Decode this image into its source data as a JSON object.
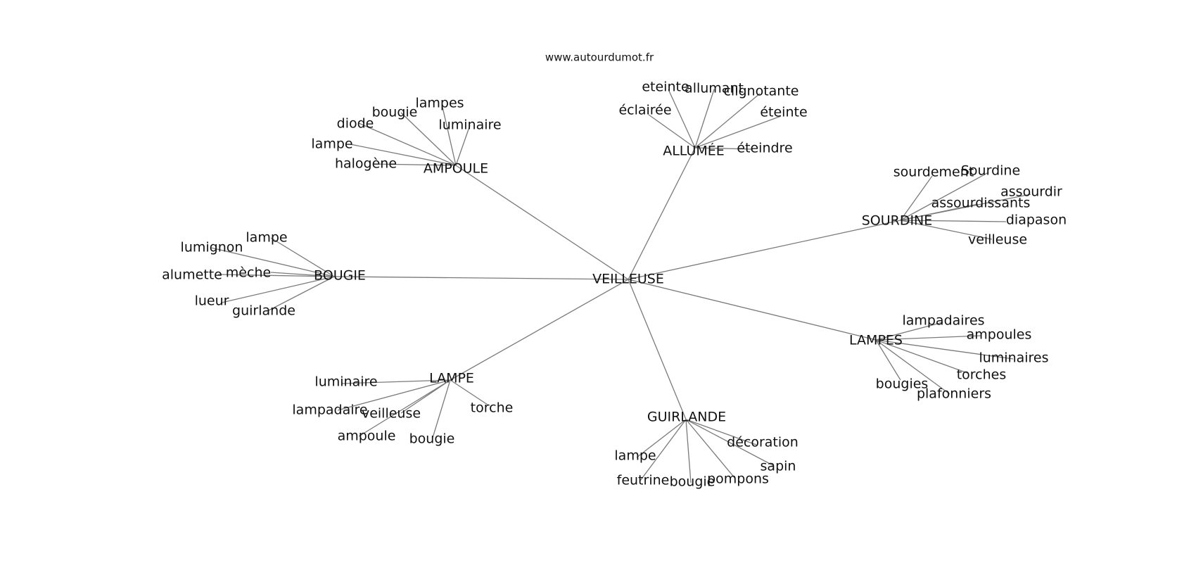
{
  "site_label": "www.autourdumot.fr",
  "center": {
    "word": "VEILLEUSE"
  },
  "clusters": [
    {
      "word": "AMPOULE",
      "related": [
        "lampes",
        "bougie",
        "diode",
        "luminaire",
        "lampe",
        "halogène"
      ]
    },
    {
      "word": "ALLUMÉE",
      "related": [
        "eteinte",
        "allumant",
        "clignotante",
        "éclairée",
        "éteinte",
        "éteindre"
      ]
    },
    {
      "word": "SOURDINE",
      "related": [
        "sourdement",
        "Sourdine",
        "assourdir",
        "assourdissants",
        "diapason",
        "veilleuse"
      ]
    },
    {
      "word": "BOUGIE",
      "related": [
        "lampe",
        "lumignon",
        "mèche",
        "alumette",
        "lueur",
        "guirlande"
      ]
    },
    {
      "word": "LAMPES",
      "related": [
        "lampadaires",
        "ampoules",
        "luminaires",
        "torches",
        "bougies",
        "plafonniers"
      ]
    },
    {
      "word": "LAMPE",
      "related": [
        "luminaire",
        "lampadaire",
        "veilleuse",
        "torche",
        "ampoule",
        "bougie"
      ]
    },
    {
      "word": "GUIRLANDE",
      "related": [
        "décoration",
        "lampe",
        "sapin",
        "pompons",
        "feutrine",
        "bougie"
      ]
    }
  ]
}
